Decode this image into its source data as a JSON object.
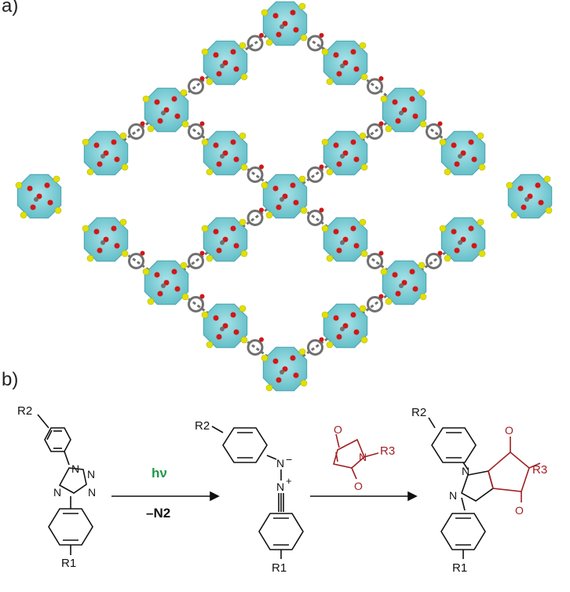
{
  "panels": {
    "a": "a)",
    "b": "b)"
  },
  "reaction": {
    "light": "hν",
    "loss": "–N2",
    "r1": "R1",
    "r2": "R2",
    "r3": "R3",
    "atom_N": "N",
    "atom_O": "O",
    "charge_minus": "−",
    "charge_plus": "+"
  },
  "colors": {
    "cluster": "#7fcfd6",
    "oxygen": "#d01818",
    "carbon": "#707070",
    "sulfur": "#e2e000",
    "light_text": "#1e9a46",
    "maleimide": "#a01f22"
  }
}
